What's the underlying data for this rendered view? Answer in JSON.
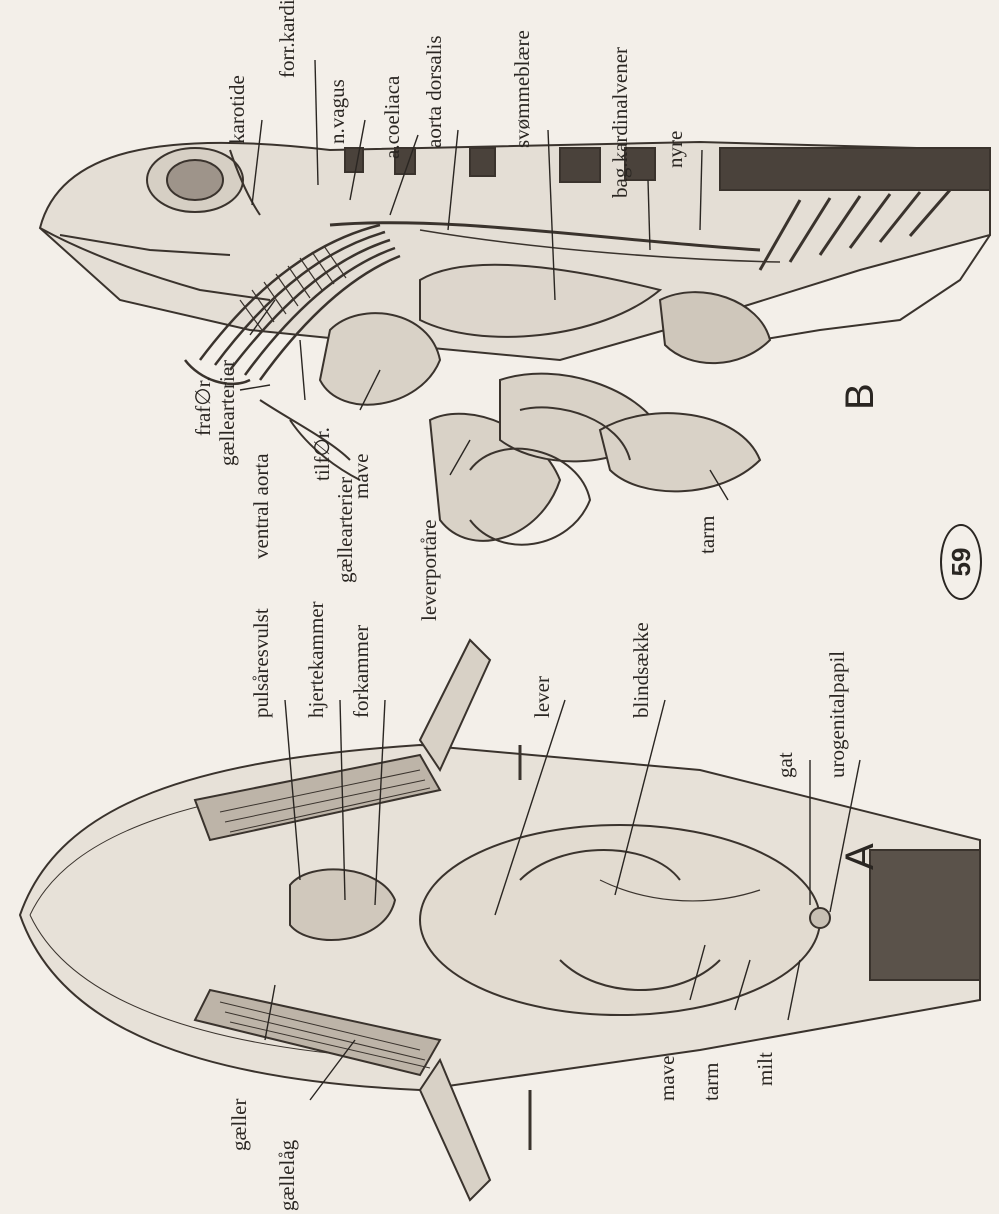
{
  "page_number": "59",
  "figure_A": {
    "panel_label": "A",
    "labels": {
      "pulsaaresvulst": "pulsåresvulst",
      "hjertekammer": "hjertekammer",
      "forkammer": "forkammer",
      "lever": "lever",
      "blindsaekke": "blindsække",
      "gat": "gat",
      "urogenitalpapil": "urogenitalpapil",
      "gaeller": "gæller",
      "gaellelaag": "gællelåg",
      "mave": "mave",
      "tarm": "tarm",
      "milt": "milt"
    }
  },
  "figure_B": {
    "panel_label": "B",
    "labels": {
      "karotide": "karotide",
      "forr_kardinalvene": "forr.kardinalvene",
      "n_vagus": "n.vagus",
      "a_coeliaca": "a.coeliaca",
      "aorta_dorsalis": "aorta dorsalis",
      "svommeblaere": "svømmeblære",
      "bag_kardinalvener": "bag.kardinalvener",
      "nyre": "nyre",
      "fraf_line1": "fraf∅r.",
      "fraf_line2": "gællearterier",
      "ventral_aorta": "ventral aorta",
      "tilf_line1": "tilf∅r.",
      "tilf_line2": "gællearterier",
      "mave": "mave",
      "leverportaare": "leverportåre",
      "tarm": "tarm"
    }
  }
}
